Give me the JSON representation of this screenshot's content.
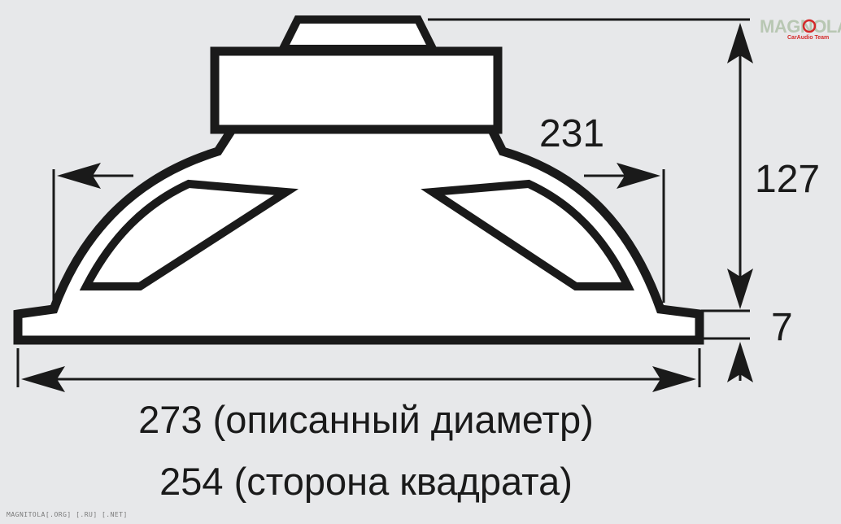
{
  "dimensions": {
    "height": "127",
    "inner_width": "231",
    "flange": "7",
    "diameter_caption": "273 (описанный диаметр)",
    "square_caption": "254 (сторона квадрата)"
  },
  "logo": {
    "text": "MAGNOLA",
    "subtitle": "CarAudio Team",
    "accent_color": "#d42a2a",
    "main_color": "#b8c7b3"
  },
  "footer": {
    "text": "MAGNITOLA[.ORG] [.RU] [.NET]"
  },
  "colors": {
    "background": "#e7e8ea",
    "outline": "#1a1a1a",
    "fill": "#ffffff"
  }
}
